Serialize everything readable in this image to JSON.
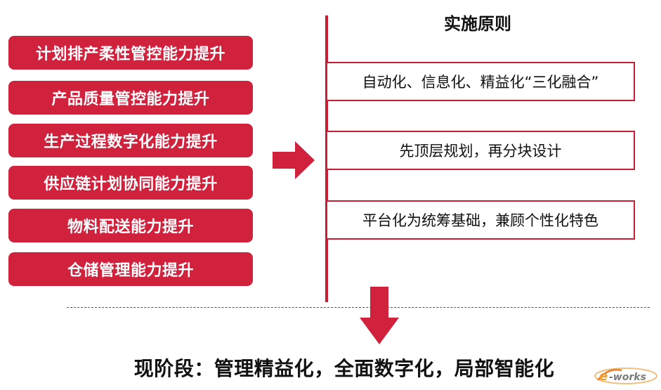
{
  "left_items": [
    "计划排产柔性管控能力提升",
    "产品质量管控能力提升",
    "生产过程数字化能力提升",
    "供应链计划协同能力提升",
    "物料配送能力提升",
    "仓储管理能力提升"
  ],
  "principles": {
    "title": "实施原则",
    "items": [
      "自动化、信息化、精益化“三化融合”",
      "先顶层规划，再分块设计",
      "平台化为统筹基础，兼顾个性化特色"
    ]
  },
  "conclusion": "现阶段：管理精益化，全面数字化，局部智能化",
  "logo": {
    "text": "e-works",
    "icon": "e-works-logo-icon"
  },
  "colors": {
    "accent": "#d0213d",
    "line": "#c81e35",
    "text": "#111111"
  }
}
